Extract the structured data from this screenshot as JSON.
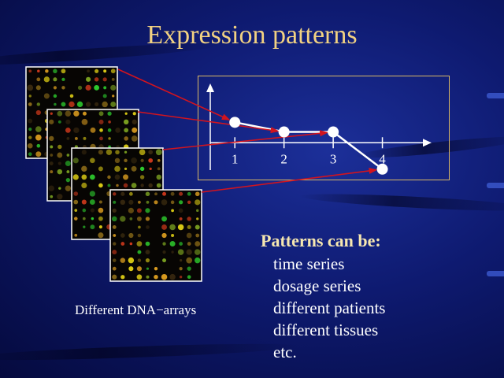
{
  "title": "Expression patterns",
  "chart_data": {
    "type": "line",
    "x": [
      1,
      2,
      3,
      4
    ],
    "y": [
      0.85,
      0.45,
      0.45,
      -1.1
    ],
    "x_tick_labels": [
      "1",
      "2",
      "3",
      "4"
    ],
    "xlim": [
      0.5,
      5
    ],
    "ylim": [
      -1.5,
      2.5
    ],
    "title": "",
    "xlabel": "",
    "ylabel": "",
    "grid": false,
    "line_color": "#ffffff",
    "marker_color": "#ffffff",
    "axis_color": "#ffffff",
    "frame_color": "#d9b866"
  },
  "arrays": {
    "count": 4,
    "caption": "Different DNA−arrays",
    "spot_colors": [
      "#2fd22f",
      "#d8c814",
      "#e0a020",
      "#d23a1c",
      "#7aa020",
      "#8a6a18",
      "#3a2a10"
    ],
    "connector_color": "#d2141e"
  },
  "patterns": {
    "heading": "Patterns can be:",
    "items": [
      "time series",
      "dosage series",
      "different patients",
      "different tissues",
      "etc."
    ]
  },
  "colors": {
    "background": "#0e1a70",
    "title": "#f2d282",
    "text": "#ffffff"
  }
}
